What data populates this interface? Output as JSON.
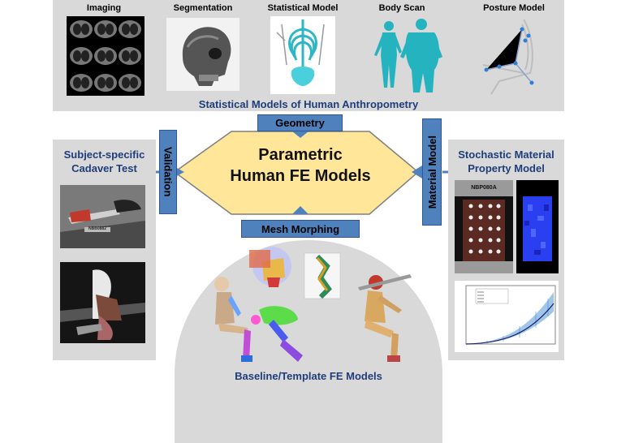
{
  "top": {
    "labels": [
      "Imaging",
      "Segmentation",
      "Statistical Model",
      "Body Scan",
      "Posture Model"
    ],
    "caption": "Statistical Models of Human Anthropometry"
  },
  "left": {
    "title_line1": "Subject-specific",
    "title_line2": "Cadaver Test",
    "photo_text": "NBB0882"
  },
  "right": {
    "title_line1": "Stochastic Material",
    "title_line2": "Property Model",
    "photo_text": "NBP080A"
  },
  "center": {
    "line1": "Parametric",
    "line2": "Human FE Models"
  },
  "connectors": {
    "geometry": "Geometry",
    "validation": "Validation",
    "material": "Material Model",
    "morphing": "Mesh Morphing"
  },
  "bottom": {
    "caption": "Baseline/Template FE Models"
  },
  "colors": {
    "panel": "#d9d9d9",
    "hexagon": "#ffe699",
    "connector": "#4f81bd",
    "caption_text": "#1f3d7a"
  }
}
